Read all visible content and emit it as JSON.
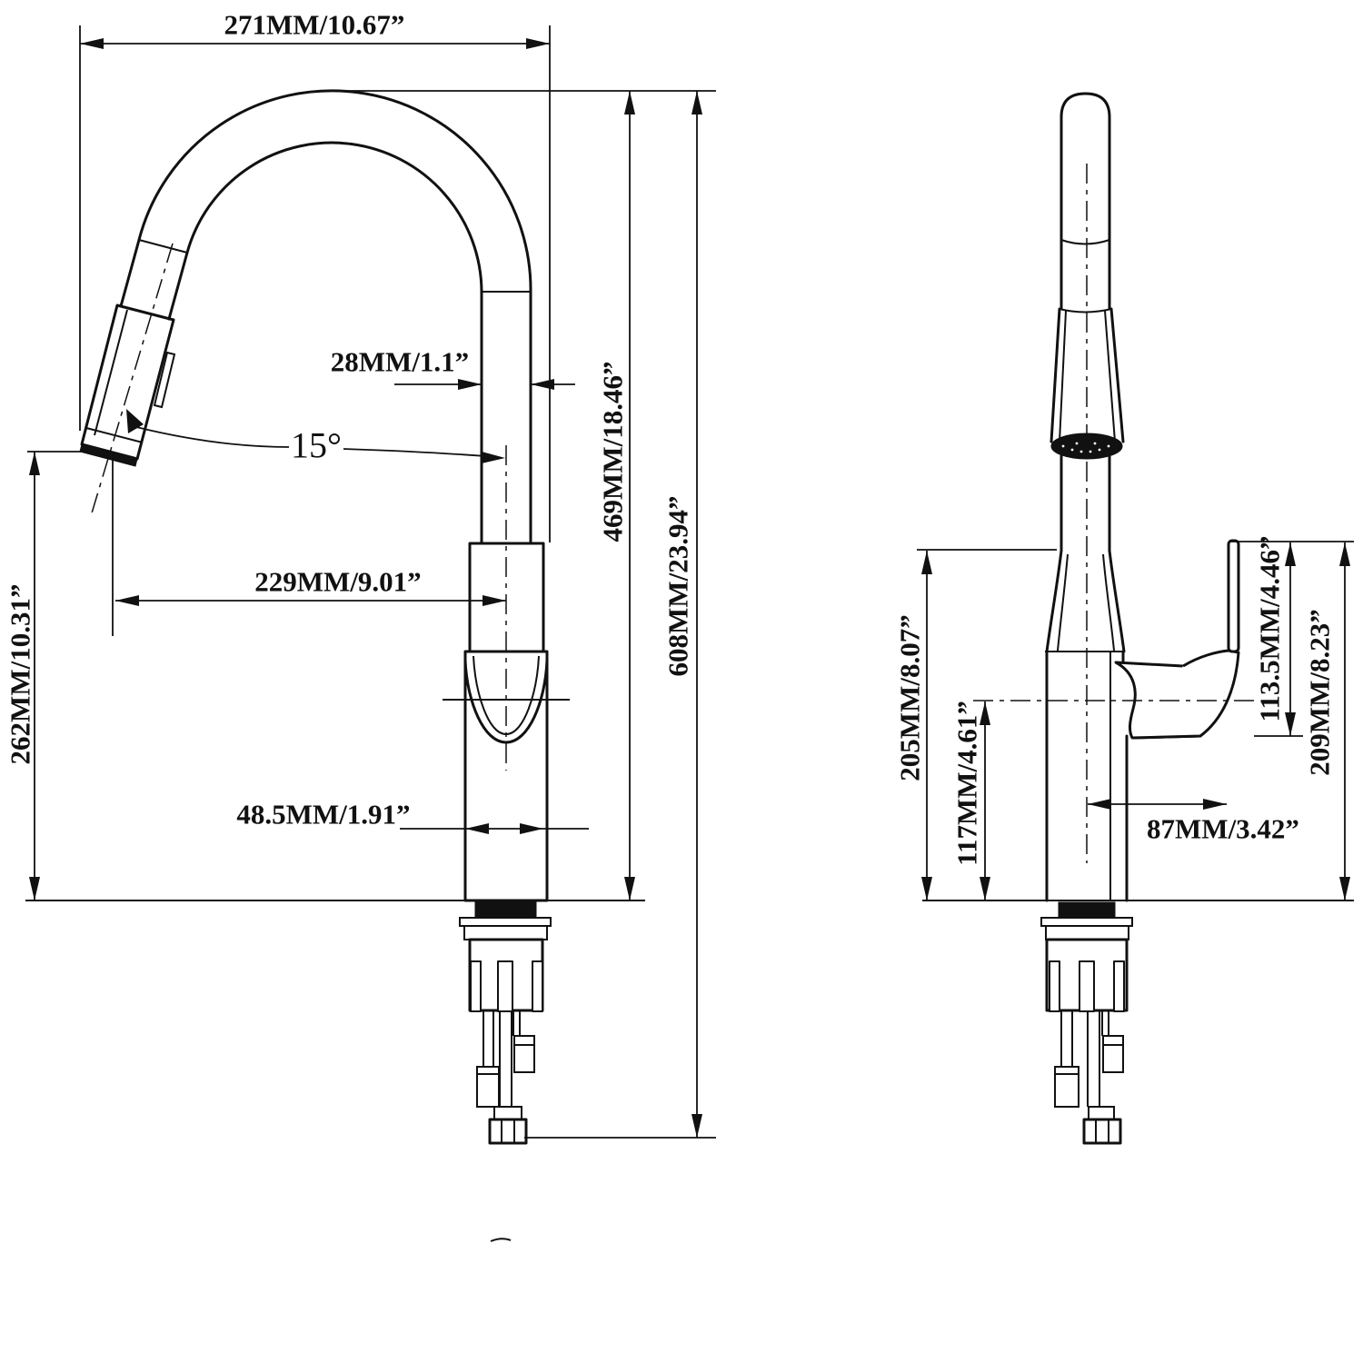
{
  "page": {
    "background": "#ffffff",
    "ink": "#111111",
    "type": "faucet-dimension-drawing"
  },
  "views": {
    "side_profile": {
      "dimensions": {
        "overall_width": "271MM/10.67”",
        "spout_diameter": "28MM/1.1”",
        "spout_angle": "15°",
        "spout_reach": "229MM/9.01”",
        "spout_clearance": "262MM/10.31”",
        "spout_top_height": "469MM/18.46”",
        "overall_height": "608MM/23.94”",
        "body_width": "48.5MM/1.91”"
      }
    },
    "front": {
      "dimensions": {
        "height_to_shoulder": "205MM/8.07”",
        "height_to_handle_axis": "117MM/4.61”",
        "handle_above_axis": "113.5MM/4.46”",
        "handle_top_height": "209MM/8.23”",
        "handle_reach": "87MM/3.42”"
      }
    }
  }
}
